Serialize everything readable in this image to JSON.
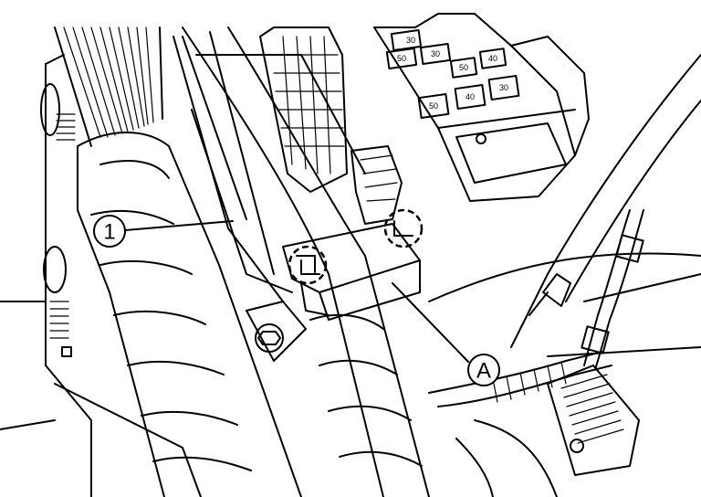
{
  "callouts": {
    "one": "1",
    "a": "A"
  },
  "fuse_labels": [
    "30",
    "50",
    "30",
    "50",
    "40",
    "30",
    "50",
    "40"
  ],
  "colors": {
    "line": "#000000",
    "background": "#ffffff"
  }
}
